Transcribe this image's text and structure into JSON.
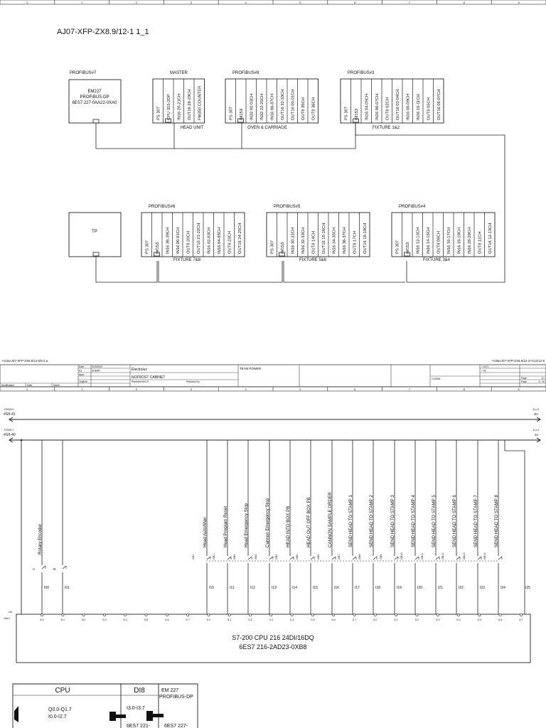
{
  "ruler_top": [
    "0",
    "1",
    "2",
    "3",
    "4",
    "5",
    "6",
    "7",
    "8",
    "9"
  ],
  "ruler_bottom": [
    "0",
    "1",
    "2",
    "3",
    "4",
    "5",
    "6",
    "7",
    "8",
    "9"
  ],
  "network": {
    "title": "AJ07-XFP-ZX8.9/12-1  1_1",
    "em227": {
      "label": "PROFIBUS#7",
      "lines": [
        "EM227",
        "PROFIBUS-DP",
        "6ES7 227-0AA22-0XA0"
      ]
    },
    "tp": {
      "label": "TP"
    },
    "racks": [
      {
        "label": "MASTER",
        "caption": "HEAD UNIT",
        "slots": [
          "PS 307",
          "CPU 315-2DP",
          "IN16  20-21CH",
          "OUT16  28-29CH",
          "FM350 COUNTER"
        ]
      },
      {
        "label": "PROFIBUS#8",
        "caption": "OVEN & CARRIAGE",
        "slots": [
          "PS 307",
          "IM153",
          "IN32  00-03CH",
          "IN32  22-25CH",
          "IN16  86-87CH",
          "OUT16  32-33CH",
          "OUT16  00-01CH",
          "OUT8  35CH",
          "OUT8  36CH"
        ]
      },
      {
        "label": "PROFIBUS#3",
        "caption": "FIXTURE 1&2",
        "slots": [
          "PS 307",
          "IM153",
          "IN16  04-05CH",
          "IN16  06-07CH",
          "OUT8  02CH",
          "OUT16  03-04CH",
          "IN16  08-09CH",
          "IN16  10-11CH",
          "OUT8  05CH",
          "OUT16  06-07CH"
        ]
      },
      {
        "label": "PROFIBUS#6",
        "caption": "FIXTURE 7&8",
        "slots": [
          "PS 307",
          "IM153",
          "IN16  38-39CH",
          "IN16  80-81CH",
          "OUT8  20CH",
          "OUT16  21-22CH",
          "IN16  82-83CH",
          "IN16  84-85CH",
          "OUT8  23CH",
          "OUT16  24-25CH"
        ]
      },
      {
        "label": "PROFIBUS#5",
        "caption": "FIXTURE 5&6",
        "slots": [
          "PS 307",
          "IM153",
          "IN16  30-31CH",
          "IN16  32-33CH",
          "OUT8  14CH",
          "OUT16  15-16CH",
          "IN16  34-35CH",
          "IN16  36-37CH",
          "OUT8  17CH",
          "OUT16  18-19CH"
        ]
      },
      {
        "label": "PROFIBUS#4",
        "caption": "FIXTURE 3&4",
        "slots": [
          "PS 307",
          "IM153",
          "IN16  12-13CH",
          "IN16  14-15CH",
          "OUT8  08CH",
          "IN16  16-17CH",
          "IN16  18-19CH",
          "IN16  28-29CH",
          "OUT8  11CH",
          "OUT16  12-13CH"
        ]
      }
    ]
  },
  "title_block": {
    "left_ref": "+A1&AJ07-XFP-ZX8.9/12-0/5-2.a",
    "right_ref": "+A3&AJ07-XFP-ZX8.9/12-3+G12/12-9",
    "date_label": "Date",
    "date_value": "9/29/2003",
    "ed_label": "Ed.",
    "ed_value": "SHERIF",
    "appr_label": "Appr",
    "original_label": "Original",
    "replacement_label": "Replacement of",
    "replaced_label": "Replaced by",
    "modification_label": "Modification",
    "date2_label": "Date",
    "name_label": "Name",
    "company": "Electrolux",
    "project": "NOFROST CABINET",
    "group": "TEAM POWER",
    "code": "CU0056",
    "ref1": "= 0471",
    "ref2": "+ A2",
    "page_label": "Page",
    "page_value": "1/1",
    "page2_value": "4 / 16"
  },
  "io": {
    "rail_top": {
      "ref": "-F/00/5:0",
      "tag": "#G5-41",
      "right_ref": "8-1:0",
      "right_tag": "40+"
    },
    "rail_bottom": {
      "ref": "-F/00/5:7",
      "tag": "#G5-40",
      "right_ref": "8-1:0",
      "right_tag": "41-"
    },
    "common_ref": "-U0",
    "common_sub": "1M/L+",
    "left_inputs": [
      {
        "tag": "-A",
        "addr": "I00",
        "desc": "Rotary Encoder"
      },
      {
        "tag": "-B",
        "addr": "I01",
        "desc": ""
      }
    ],
    "inputs": [
      {
        "tag": "-SA1",
        "addr": "I10",
        "desc": "Head Auto/Man"
      },
      {
        "tag": "-SB1",
        "addr": "I11",
        "desc": "Head Program  Reset"
      },
      {
        "tag": "-SB2",
        "addr": "I12",
        "desc": "Head Emergency Stop"
      },
      {
        "tag": "-SB3",
        "addr": "I13",
        "desc": "Cannon Emergency Stop"
      },
      {
        "tag": "-SB4",
        "addr": "I14",
        "desc": "HEAD INTO BOX PB"
      },
      {
        "tag": "-SB5",
        "addr": "I15",
        "desc": "HEAD OUT OFF BOX PB"
      },
      {
        "tag": "-SB6",
        "addr": "I16",
        "desc": "CANNON SAMPLE ORDER"
      },
      {
        "tag": "-SB7",
        "addr": "I17",
        "desc": "SEND HEAD TO STAMP 1"
      },
      {
        "tag": "-SB8",
        "addr": "I18",
        "desc": "SEND HEAD TO STAMP 2"
      },
      {
        "tag": "-SB9",
        "addr": "I19",
        "desc": "SEND HEAD TO STAMP 3"
      },
      {
        "tag": "-SB10",
        "addr": "I20",
        "desc": "SEND HEAD TO STAMP 4"
      },
      {
        "tag": "-SB11",
        "addr": "I21",
        "desc": "SEND HEAD TO STAMP 5"
      },
      {
        "tag": "-SB12",
        "addr": "I22",
        "desc": "SEND HEAD TO STAMP 6"
      },
      {
        "tag": "-SB13",
        "addr": "I23",
        "desc": "SEND HEAD TO STAMP 7"
      },
      {
        "tag": "-SB14",
        "addr": "I24",
        "desc": "SEND HEAD TO STAMP 8"
      },
      {
        "tag": "",
        "addr": "I25",
        "desc": ""
      }
    ],
    "terminals": [
      "I0.0",
      "I0.1",
      "I0.2",
      "I0.3",
      "I0.4",
      "I0.5",
      "I0.6",
      "I0.7",
      "I1.0",
      "I1.1",
      "I1.2",
      "I1.3",
      "I1.4",
      "I1.5",
      "I1.6",
      "I1.7",
      "I2.0",
      "I2.1",
      "I2.2",
      "I2.3",
      "I2.4",
      "I2.5",
      "I2.6",
      "I2.7"
    ],
    "plc_line1": "S7-200 CPU 216 24DI/16DQ",
    "plc_line2": "6ES7 216-2AD23-0XB8"
  },
  "bottom_modules": {
    "cpu_title": "CPU",
    "cpu_line1": "Q0.0-Q1.7",
    "cpu_line2": "I0.0-I2.7",
    "di8_title": "DI8",
    "di8_range": "I3.0-I3.7",
    "di8_code": "6ES7 221-",
    "em_title_1": "EM 227",
    "em_title_2": "PROFIBUS-DP",
    "em_code": "6ES7 227-"
  }
}
